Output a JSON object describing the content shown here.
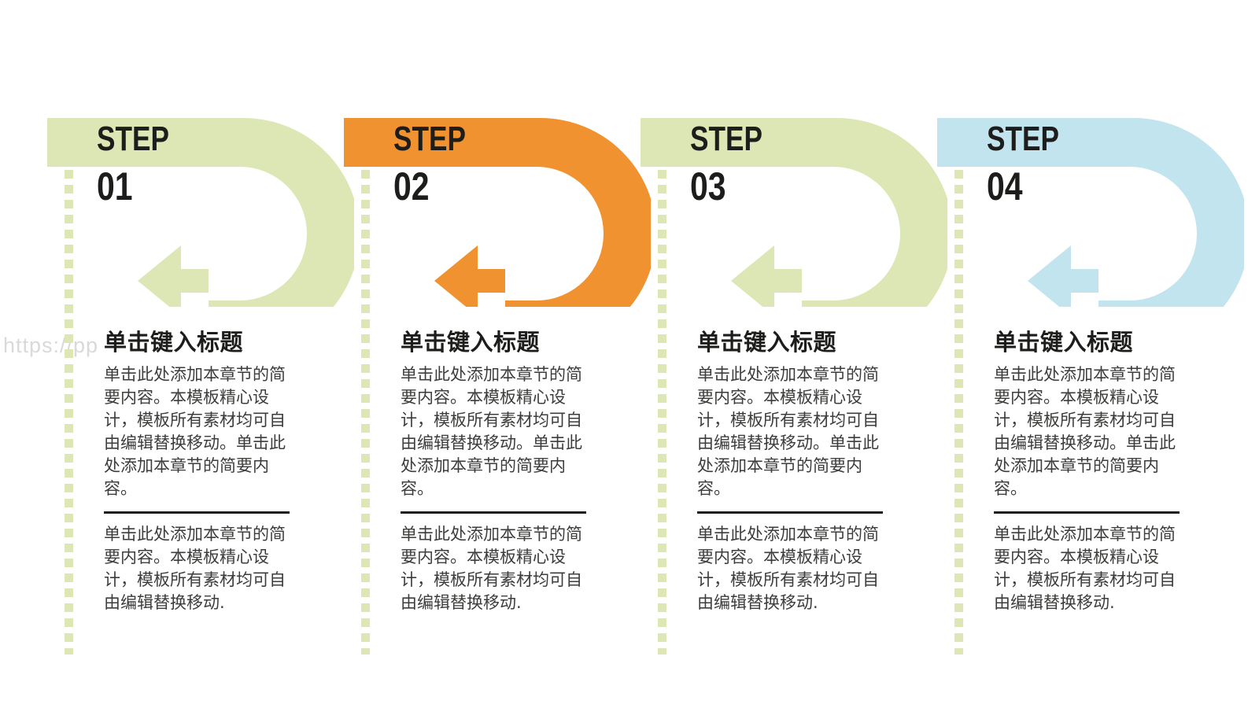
{
  "page": {
    "background_color": "#ffffff",
    "watermark_text": "https://pp"
  },
  "palette": {
    "green": "#dde7b5",
    "orange": "#f0922f",
    "blue": "#c2e4ef",
    "ink": "#1d1d1b",
    "body_text": "#3c3c3b"
  },
  "columns": [
    {
      "step_word": "STEP",
      "step_number": "01",
      "color": "#dde7b5",
      "title": "单击键入标题",
      "paragraph_1": "单击此处添加本章节的简要内容。本模板精心设计，模板所有素材均可自由编辑替换移动。单击此处添加本章节的简要内容。",
      "paragraph_2": "单击此处添加本章节的简要内容。本模板精心设计，模板所有素材均可自由编辑替换移动."
    },
    {
      "step_word": "STEP",
      "step_number": "02",
      "color": "#f0922f",
      "title": "单击键入标题",
      "paragraph_1": "单击此处添加本章节的简要内容。本模板精心设计，模板所有素材均可自由编辑替换移动。单击此处添加本章节的简要内容。",
      "paragraph_2": "单击此处添加本章节的简要内容。本模板精心设计，模板所有素材均可自由编辑替换移动."
    },
    {
      "step_word": "STEP",
      "step_number": "03",
      "color": "#dde7b5",
      "title": "单击键入标题",
      "paragraph_1": "单击此处添加本章节的简要内容。本模板精心设计，模板所有素材均可自由编辑替换移动。单击此处添加本章节的简要内容。",
      "paragraph_2": "单击此处添加本章节的简要内容。本模板精心设计，模板所有素材均可自由编辑替换移动."
    },
    {
      "step_word": "STEP",
      "step_number": "04",
      "color": "#c2e4ef",
      "title": "单击键入标题",
      "paragraph_1": "单击此处添加本章节的简要内容。本模板精心设计，模板所有素材均可自由编辑替换移动。单击此处添加本章节的简要内容。",
      "paragraph_2": "单击此处添加本章节的简要内容。本模板精心设计，模板所有素材均可自由编辑替换移动."
    }
  ]
}
